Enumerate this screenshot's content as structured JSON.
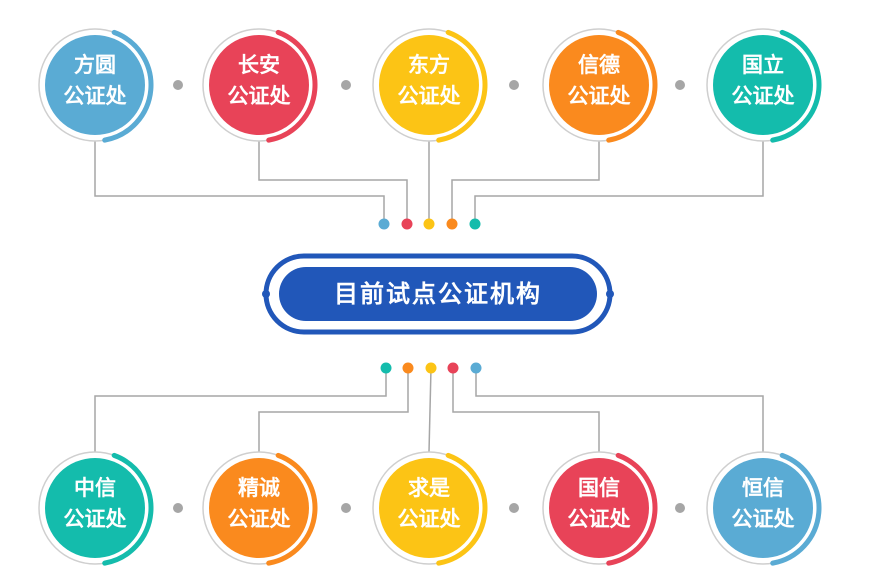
{
  "center": {
    "title": "目前试点公证机构"
  },
  "top_nodes": [
    {
      "line1": "方圆",
      "line2": "公证处",
      "color": "#5aabd4"
    },
    {
      "line1": "长安",
      "line2": "公证处",
      "color": "#e84358"
    },
    {
      "line1": "东方",
      "line2": "公证处",
      "color": "#fcc415"
    },
    {
      "line1": "信德",
      "line2": "公证处",
      "color": "#fa8a1e"
    },
    {
      "line1": "国立",
      "line2": "公证处",
      "color": "#14bcac"
    }
  ],
  "bottom_nodes": [
    {
      "line1": "中信",
      "line2": "公证处",
      "color": "#14bcac"
    },
    {
      "line1": "精诚",
      "line2": "公证处",
      "color": "#fa8a1e"
    },
    {
      "line1": "求是",
      "line2": "公证处",
      "color": "#fcc415"
    },
    {
      "line1": "国信",
      "line2": "公证处",
      "color": "#e84358"
    },
    {
      "line1": "恒信",
      "line2": "公证处",
      "color": "#5aabd4"
    }
  ],
  "colors": {
    "center_blue": "#2157b9",
    "connector_gray": "#a6a6a6",
    "separator_gray": "#a6a6a6",
    "ring_gray": "#cfcfcf"
  }
}
